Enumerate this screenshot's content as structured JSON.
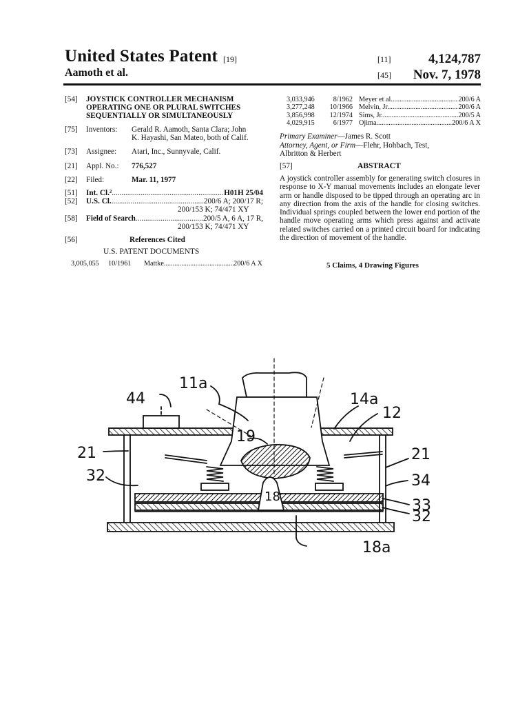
{
  "header": {
    "title": "United States Patent",
    "title_ref": "[19]",
    "authors": "Aamoth et al.",
    "number_ref": "[11]",
    "patent_number": "4,124,787",
    "date_ref": "[45]",
    "date": "Nov. 7, 1978"
  },
  "left": {
    "f54_code": "[54]",
    "f54_line1": "JOYSTICK CONTROLLER MECHANISM",
    "f54_line2": "OPERATING ONE OR PLURAL SWITCHES",
    "f54_line3": "SEQUENTIALLY OR SIMULTANEOUSLY",
    "f75_code": "[75]",
    "f75_label": "Inventors:",
    "f75_line1": "Gerald R. Aamoth, Santa Clara; John",
    "f75_line2": "K. Hayashi, San Mateo, both of Calif.",
    "f73_code": "[73]",
    "f73_label": "Assignee:",
    "f73_value": "Atari, Inc., Sunnyvale, Calif.",
    "f21_code": "[21]",
    "f21_label": "Appl. No.:",
    "f21_value": "776,527",
    "f22_code": "[22]",
    "f22_label": "Filed:",
    "f22_value": "Mar. 11, 1977",
    "f51_code": "[51]",
    "f51_label": "Int. Cl.²",
    "f51_value": "H01H 25/04",
    "f52_code": "[52]",
    "f52_label": "U.S. Cl.",
    "f52_value1": "200/6 A; 200/17 R;",
    "f52_value2": "200/153 K; 74/471 XY",
    "f58_code": "[58]",
    "f58_label": "Field of Search",
    "f58_value1": "200/5 A, 6 A, 17 R,",
    "f58_value2": "200/153 K; 74/471 XY",
    "f56_code": "[56]",
    "f56_title": "References Cited",
    "docs_title": "U.S. PATENT DOCUMENTS",
    "refs": [
      {
        "num": "3,005,055",
        "date": "10/1961",
        "name": "Mattke",
        "cls": "200/6 A X"
      }
    ]
  },
  "right": {
    "refs": [
      {
        "num": "3,033,946",
        "date": "8/1962",
        "name": "Meyer et al.",
        "cls": "200/6 A"
      },
      {
        "num": "3,277,248",
        "date": "10/1966",
        "name": "Melvin, Jr.",
        "cls": "200/6 A"
      },
      {
        "num": "3,856,998",
        "date": "12/1974",
        "name": "Sims, Jr.",
        "cls": "200/5 A"
      },
      {
        "num": "4,029,915",
        "date": "6/1977",
        "name": "Ojima",
        "cls": "200/6 A X"
      }
    ],
    "examiner_label": "Primary Examiner",
    "examiner": "—James R. Scott",
    "attorney_label": "Attorney, Agent, or Firm",
    "attorney": "—Flehr, Hohbach, Test,",
    "attorney2": "Albritton & Herbert",
    "f57_code": "[57]",
    "abstract_title": "ABSTRACT",
    "abstract": "A joystick controller assembly for generating switch closures in response to X-Y manual movements includes an elongate lever arm or handle disposed to be tipped through an operating arc in any direction from the axis of the handle for closing switches. Individual springs coupled between the lower end portion of the handle move operating arms which press against and activate related switches carried on a printed circuit board for indicating the direction of movement of the handle.",
    "claims": "5 Claims, 4 Drawing Figures"
  },
  "figure": {
    "labels": [
      "44",
      "11a",
      "14a",
      "12",
      "19",
      "21",
      "21",
      "32",
      "34",
      "18",
      "33",
      "32",
      "18a"
    ]
  }
}
